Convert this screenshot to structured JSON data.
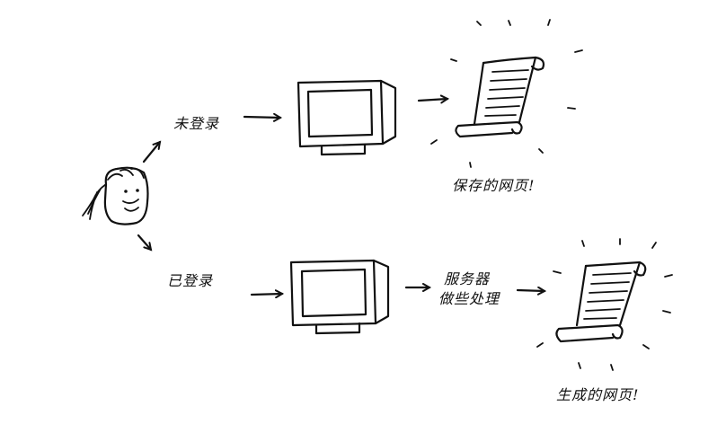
{
  "labels": {
    "logged_out": "未登录",
    "logged_in": "已登录",
    "server_processing_line1": "服务器",
    "server_processing_line2": "做些处理",
    "saved_page": "保存的网页!",
    "generated_page": "生成的网页!"
  },
  "colors": {
    "ink": "#111111",
    "background": "#ffffff"
  }
}
